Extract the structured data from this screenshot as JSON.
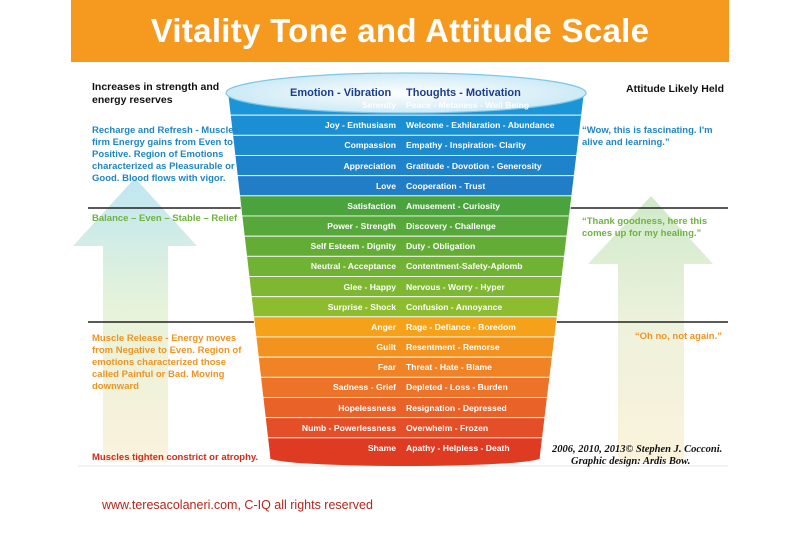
{
  "title": "Vitality Tone and Attitude Scale",
  "headers": {
    "left": "Increases in strength and energy reserves",
    "emotion": "Emotion - Vibration",
    "thoughts": "Thoughts - Motivation",
    "right": "Attitude Likely Held"
  },
  "left_notes": {
    "positive": "Recharge and Refresh - Muscles firm Energy gains from Even to Positive. Region of Emotions characterized as Pleasurable or Good. Blood flows with vigor.",
    "balance": "Balance – Even – Stable – Relief",
    "negative": "Muscle Release - Energy moves from Negative to Even. Region of emotions characterized those called Painful or Bad. Moving downward",
    "bottom": "Muscles tighten constrict or atrophy."
  },
  "attitudes": {
    "positive": "“Wow, this is fascinating. I'm alive and learning.”",
    "balance": "“Thank goodness, here this comes up for my healing.”",
    "negative": "“Oh no, not again.”"
  },
  "rows": [
    {
      "emotion": "Serenity",
      "thought": "Peace - Metaness - Well Being",
      "color": "#1a95d8"
    },
    {
      "emotion": "Joy - Enthusiasm",
      "thought": "Welcome - Exhilaration - Abundance",
      "color": "#1b8fd4"
    },
    {
      "emotion": "Compassion",
      "thought": "Empathy - Inspiration- Clarity",
      "color": "#1d89cf"
    },
    {
      "emotion": "Appreciation",
      "thought": "Gratitude - Dovotion - Generosity",
      "color": "#1f83cb"
    },
    {
      "emotion": "Love",
      "thought": "Cooperation - Trust",
      "color": "#217dc6"
    },
    {
      "emotion": "Satisfaction",
      "thought": "Amusement - Curiosity",
      "color": "#4aa33c"
    },
    {
      "emotion": "Power - Strength",
      "thought": "Discovery - Challenge",
      "color": "#56a83a"
    },
    {
      "emotion": "Self Esteem - Dignity",
      "thought": "Duty - Obligation",
      "color": "#63ad37"
    },
    {
      "emotion": "Neutral - Acceptance",
      "thought": "Contentment-Safety-Aplomb",
      "color": "#70b334"
    },
    {
      "emotion": "Glee - Happy",
      "thought": "Nervous - Worry - Hyper",
      "color": "#7eb832"
    },
    {
      "emotion": "Surprise - Shock",
      "thought": "Confusion - Annoyance",
      "color": "#8dbd2f"
    },
    {
      "emotion": "Anger",
      "thought": "Rage - Defiance - Boredom",
      "color": "#f5a21a"
    },
    {
      "emotion": "Guilt",
      "thought": "Resentment - Remorse",
      "color": "#f29320"
    },
    {
      "emotion": "Fear",
      "thought": "Threat - Hate - Blame",
      "color": "#ef8325"
    },
    {
      "emotion": "Sadness - Grief",
      "thought": "Depleted - Loss - Burden",
      "color": "#ec7327"
    },
    {
      "emotion": "Hopelessness",
      "thought": "Resignation - Depressed",
      "color": "#e96228"
    },
    {
      "emotion": "Numb - Powerlessness",
      "thought": "Overwhelm - Frozen",
      "color": "#e54f27"
    },
    {
      "emotion": "Shame",
      "thought": "Apathy - Helpless - Death",
      "color": "#df3b22"
    }
  ],
  "credit": {
    "line1": "2006, 2010, 2013© Stephen J. Cocconi.",
    "line2": "Graphic design: Ardis Bow."
  },
  "footer": "www.teresacolaneri.com, C-IQ all rights reserved",
  "colors": {
    "title_bg": "#f59a1f",
    "blue": "#1f86c6",
    "green": "#6fb23f",
    "orange": "#ef9422",
    "red": "#d42a1c"
  }
}
